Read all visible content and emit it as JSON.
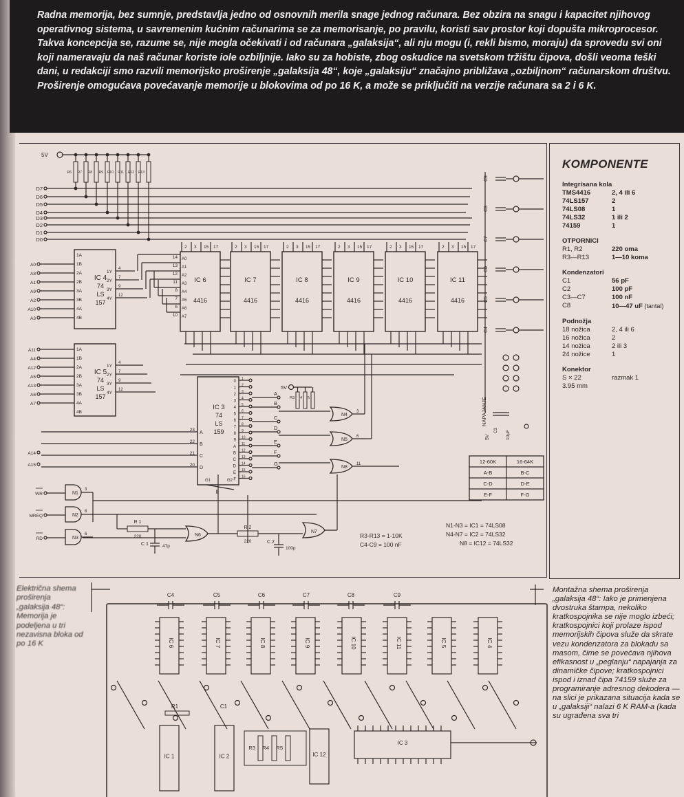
{
  "intro": "Radna memorija, bez sumnje, predstavlja jedno od osnovnih merila snage jednog računara. Bez obzira na snagu i kapacitet njihovog operativnog sistema, u savremenim kućnim računarima se za memorisanje, po pravilu, koristi sav prostor koji dopušta mikroprocesor. Takva koncepcija se, razume se, nije mogla očekivati i od računara „galaksija“, ali nju mogu (i, rekli bismo, moraju) da sprovedu svi oni koji nameravaju da naš računar koriste iole ozbiljnije. Iako su za hobiste, zbog oskudice na svetskom tržištu čipova, došli veoma teški dani, u redakciji smo razvili memorijsko proširenje „galaksija 48“, koje „galaksiju“ značajno približava „ozbiljnom“ računarskom društvu. Proširenje omogućava povećavanje memorije u blokovima od po 16 K, a može se priključiti na verzije računara sa 2 i 6 K.",
  "components": {
    "title": "KOMPONENTE",
    "groups": [
      {
        "title": "Integrisana kola",
        "items": [
          [
            "TMS4416",
            "2, 4 ili 6"
          ],
          [
            "74LS157",
            "2"
          ],
          [
            "74LS08",
            "1"
          ],
          [
            "74LS32",
            "1 ili 2"
          ],
          [
            "74159",
            "1"
          ]
        ]
      },
      {
        "title": "OTPORNICI",
        "items": [
          [
            "R1, R2",
            "220 oma"
          ],
          [
            "R3—R13",
            "1—10 koma"
          ]
        ]
      },
      {
        "title": "Kondenzatori",
        "items": [
          [
            "C1",
            "56 pF"
          ],
          [
            "C2",
            "100 pF"
          ],
          [
            "C3—C7",
            "100 nF"
          ],
          [
            "C8",
            "10—47 uF"
          ]
        ],
        "note": "(tantal)"
      },
      {
        "title": "Podnožja",
        "items": [
          [
            "18 nožica",
            "2, 4 ili 6"
          ],
          [
            "16 nožica",
            "2"
          ],
          [
            "14 nožica",
            "2 ili 3"
          ],
          [
            "24 nožice",
            "1"
          ]
        ]
      },
      {
        "title": "Konektor",
        "items": [
          [
            "S × 22",
            "razmak 1"
          ],
          [
            "3.95 mm",
            ""
          ]
        ]
      }
    ]
  },
  "schematic": {
    "supply": "5V",
    "resistors": [
      "R6",
      "R7",
      "R8",
      "R9",
      "R10",
      "R11",
      "R12",
      "R13"
    ],
    "data_lines": [
      "D7",
      "D6",
      "D5",
      "D4",
      "D3",
      "D2",
      "D1",
      "D0"
    ],
    "address_lines_mux1": [
      "A0",
      "A8",
      "A1",
      "A9",
      "A2",
      "A10",
      "A3"
    ],
    "address_lines_mux2": [
      "A11",
      "A4",
      "A12",
      "A5",
      "A13",
      "A6",
      "A7"
    ],
    "address_lines_dec": [
      "A14",
      "A15"
    ],
    "mux_pins_in": [
      "1A",
      "1B",
      "2A",
      "2B",
      "3A",
      "3B",
      "4A",
      "4B"
    ],
    "mux_pins_out": [
      "1Y",
      "2Y",
      "3Y",
      "4Y"
    ],
    "mux_out_nums": [
      "4",
      "7",
      "9",
      "12"
    ],
    "mux_chips": [
      {
        "name": "IC 4",
        "l1": "74",
        "l2": "LS",
        "l3": "157"
      },
      {
        "name": "IC 5",
        "l1": "74",
        "l2": "LS",
        "l3": "157"
      }
    ],
    "ram_top_pins": [
      "2",
      "3",
      "15",
      "17"
    ],
    "ram_chips": [
      {
        "name": "IC 6",
        "type": "4416"
      },
      {
        "name": "IC 7",
        "type": "4416"
      },
      {
        "name": "IC 8",
        "type": "4416"
      },
      {
        "name": "IC 9",
        "type": "4416"
      },
      {
        "name": "IC 10",
        "type": "4416"
      },
      {
        "name": "IC 11",
        "type": "4416"
      }
    ],
    "ram_addr_pins": [
      "A0",
      "A1",
      "A2",
      "A3",
      "A4",
      "A5",
      "A6",
      "A7"
    ],
    "ram_addr_nums": [
      "14",
      "13",
      "12",
      "11",
      "8",
      "7",
      "6",
      "10"
    ],
    "decoder": {
      "name": "IC 3",
      "l1": "74",
      "l2": "LS",
      "l3": "159",
      "inputs": [
        "A",
        "B",
        "C",
        "D"
      ],
      "input_nums": [
        "23",
        "22",
        "21",
        "20"
      ],
      "g1": "G1",
      "g2": "G2"
    },
    "decoder_outputs": [
      "0",
      "1",
      "2",
      "3",
      "4",
      "5",
      "6",
      "7",
      "8",
      "9",
      "A",
      "B",
      "C",
      "D",
      "E",
      "F"
    ],
    "jumpers": [
      "A",
      "B",
      "C",
      "D",
      "E",
      "F",
      "G"
    ],
    "pullups": [
      "R3",
      "4",
      "5"
    ],
    "gates": [
      "N1",
      "N2",
      "N3",
      "N4",
      "N5",
      "N6",
      "N7",
      "N8"
    ],
    "ctrl_signals": [
      "WR",
      "MREQ",
      "RD"
    ],
    "r1": {
      "name": "R 1",
      "value": "220"
    },
    "c1": {
      "name": "C 1",
      "value": "47p"
    },
    "r2": {
      "name": "R 2",
      "value": "220"
    },
    "c2": {
      "name": "C 2",
      "value": "100p"
    },
    "connector_caps": [
      "C9",
      "C8",
      "C7",
      "C6",
      "C5",
      "C4"
    ],
    "power_label": "NAPAJANJE",
    "c3": {
      "name": "C3",
      "value": "10µF"
    },
    "jumper_table": {
      "headers": [
        "12-60K",
        "16-64K"
      ],
      "rows": [
        [
          "A-B",
          "B-C"
        ],
        [
          "C-D",
          "D-E"
        ],
        [
          "E-F",
          "F-G"
        ]
      ]
    },
    "notes_left": [
      "R3-R13 = 1-10K",
      "C4-C9 = 100 nF"
    ],
    "notes_right": [
      "N1-N3 = IC1 = 74LS08",
      "N4-N7 = IC2 = 74LS32",
      "N8 = IC12 = 74LS32"
    ]
  },
  "pcb": {
    "caps": [
      "C4",
      "C5",
      "C6",
      "C7",
      "C8",
      "C9"
    ],
    "chips_top": [
      "IC 6",
      "IC 7",
      "IC 8",
      "IC 9",
      "IC 10",
      "IC 11",
      "IC 5",
      "IC 4"
    ],
    "r1": "R1",
    "c1": "C1",
    "chips_bottom": [
      "IC 1",
      "IC 2",
      "IC 12",
      "IC 3"
    ],
    "resistors": [
      "R3",
      "R4",
      "R5"
    ]
  },
  "caption_left": "Električna shema proširenja „galaksija 48“: Memorija je podeljena u tri nezavisna bloka od po 16 K",
  "caption_right": "Montažna shema proširenja „galaksija 48“: Iako je primenjena dvostruka štampa, nekoliko kratkospojnika se nije moglo izbeći; kratkospojnici koji prolaze ispod memorijskih čipova služe da skrate vezu kondenzatora za blokadu sa masom, čime se povećava njihova efikasnost u „peglanju“ napajanja za dinamičke čipove; kratkospojnici ispod i iznad čipa 74159 služe za programiranje adresnog dekodera — na slici je prikazana situacija kada se u „galaksiji“ nalazi 6 K RAM-a (kada su ugrađena sva tri"
}
